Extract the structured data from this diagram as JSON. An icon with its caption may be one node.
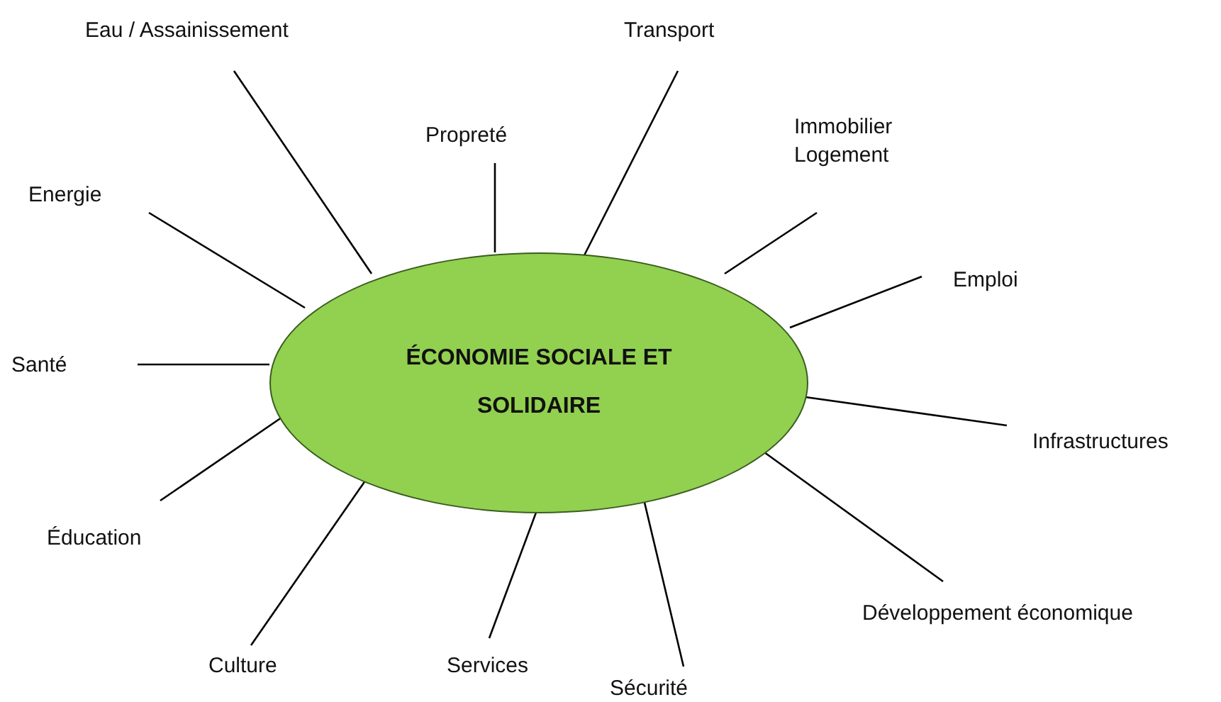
{
  "diagram": {
    "nodes": [
      {
        "text": [
          "ÉCONOMIE SOCIALE ET SOLIDAIRE"
        ]
      },
      {
        "text": [
          "Eau / Assainissement"
        ]
      },
      {
        "text": [
          "Transport"
        ]
      },
      {
        "text": [
          "Propreté"
        ]
      },
      {
        "text": [
          "Immobilier Logement"
        ]
      },
      {
        "text": [
          "Energie"
        ]
      },
      {
        "text": [
          "Emploi"
        ]
      },
      {
        "text": [
          "Santé"
        ]
      },
      {
        "text": [
          "Infrastructures"
        ]
      },
      {
        "text": [
          "Éducation"
        ]
      },
      {
        "text": [
          "Développement économique"
        ]
      },
      {
        "text": [
          "Culture"
        ]
      },
      {
        "text": [
          "Services"
        ]
      },
      {
        "text": [
          "Sécurité"
        ]
      }
    ],
    "edges": [
      {
        "from": 0,
        "to": 1,
        "arrow": "none"
      },
      {
        "from": 0,
        "to": 2,
        "arrow": "none"
      },
      {
        "from": 0,
        "to": 3,
        "arrow": "none"
      },
      {
        "from": 0,
        "to": 4,
        "arrow": "none"
      },
      {
        "from": 0,
        "to": 5,
        "arrow": "none"
      },
      {
        "from": 0,
        "to": 6,
        "arrow": "none"
      },
      {
        "from": 0,
        "to": 7,
        "arrow": "none"
      },
      {
        "from": 0,
        "to": 8,
        "arrow": "none"
      },
      {
        "from": 0,
        "to": 9,
        "arrow": "none"
      },
      {
        "from": 0,
        "to": 10,
        "arrow": "none"
      },
      {
        "from": 0,
        "to": 11,
        "arrow": "none"
      },
      {
        "from": 0,
        "to": 12,
        "arrow": "none"
      },
      {
        "from": 0,
        "to": 13,
        "arrow": "none"
      }
    ]
  }
}
